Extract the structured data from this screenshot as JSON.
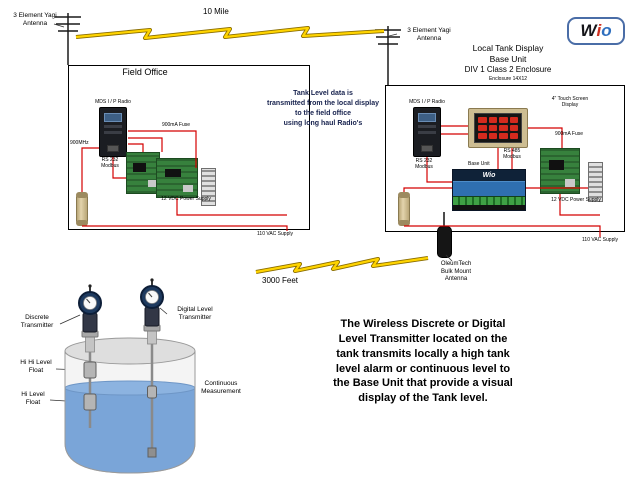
{
  "logo": {
    "w": "W",
    "i": "i",
    "o": "o"
  },
  "top": {
    "distance": "10 Mile",
    "yagi_left": "3 Element Yagi\nAntenna",
    "yagi_right": "3 Element Yagi\nAntenna"
  },
  "center_note": "Tank Level data is\ntransmitted from the local display\nto the field office\nusing long haul Radio's",
  "field_office": {
    "title": "Field Office",
    "radio": "MDS I / P Radio",
    "freq": "900MHz",
    "rs232": "RS 232\nModbus",
    "fuse": "900mA Fuse",
    "psu": "12 VDC Power Supply",
    "vac": "110 VAC Supply"
  },
  "base_station": {
    "title1": "Local Tank Display",
    "title2": "Base Unit",
    "title3": "DIV 1 Class 2  Enclosure",
    "enclosure": "Enclosure 14X12",
    "radio": "MDS I / P Radio",
    "rs232": "RS 232\nModbus",
    "touchscreen": "4\" Touch Screen\nDisplay",
    "rs485": "RS 485\nModbus",
    "base_unit": "Base Unit",
    "device_logo": "Wio",
    "fuse": "900mA Fuse",
    "psu": "12 VDC Power Supply",
    "vac": "110 VAC Supply"
  },
  "bulk_antenna_label": "OleumTech\nBulk Mount\nAntenna",
  "link_distance": "3000 Feet",
  "tank": {
    "discrete": "Discrete\nTransmitter",
    "digital": "Digital Level\nTransmitter",
    "hihi": "Hi Hi Level\nFloat",
    "hi": "Hi Level\nFloat",
    "continuous": "Continuous\nMeasurement"
  },
  "bottom_note": "The Wireless Discrete or Digital\nLevel Transmitter located on the\ntank transmits locally a high tank\nlevel alarm or continuous level to\nthe Base Unit that provide a visual\ndisplay of the Tank level.",
  "colors": {
    "bolt": "#ffd400",
    "wire": "#d40000",
    "accent_blue": "#2f6fb0"
  }
}
